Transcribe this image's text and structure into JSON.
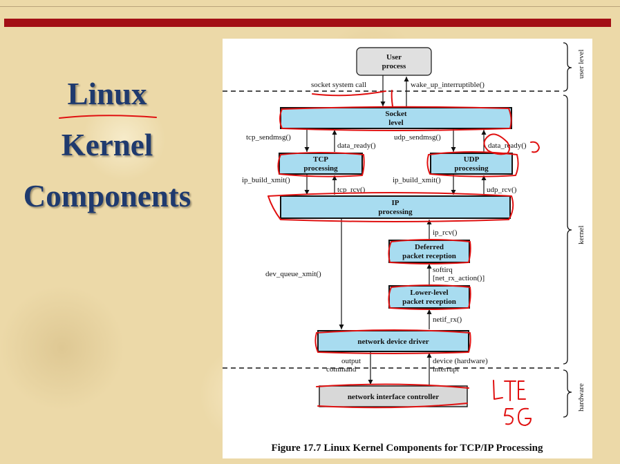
{
  "slide": {
    "title_line1": "Linux",
    "title_line2": "Kernel",
    "title_line3": "Components"
  },
  "diagram": {
    "boxes": {
      "user_process": [
        "User",
        "process"
      ],
      "socket_level": [
        "Socket",
        "level"
      ],
      "tcp": [
        "TCP",
        "processing"
      ],
      "udp": [
        "UDP",
        "processing"
      ],
      "ip": [
        "IP",
        "processing"
      ],
      "deferred": [
        "Deferred",
        "packet reception"
      ],
      "lower_level": [
        "Lower-level",
        "packet reception"
      ],
      "driver": "network device driver",
      "nic": "network interface controller"
    },
    "labels": {
      "socket_call": "socket system call",
      "wake_up": "wake_up_interruptible()",
      "tcp_sendmsg": "tcp_sendmsg()",
      "data_ready_tcp": "data_ready()",
      "udp_sendmsg": "udp_sendmsg()",
      "data_ready_udp": "data_ready()",
      "ip_build_tcp": "ip_build_xmit()",
      "tcp_rcv": "tcp_rcv()",
      "ip_build_udp": "ip_build_xmit()",
      "udp_rcv": "udp_rcv()",
      "ip_rcv": "ip_rcv()",
      "softirq": "softirq",
      "net_rx": "[net_rx_action()]",
      "dev_queue": "dev_queue_xmit()",
      "netif_rx": "netif_rx()",
      "output": "output",
      "command": "command",
      "device_hw": "device (hardware)",
      "interrupt": "interrupt"
    },
    "levels": {
      "user": "user level",
      "kernel": "kernel",
      "hardware": "hardware"
    },
    "caption": "Figure 17.7  Linux Kernel Components for TCP/IP Processing"
  },
  "annotation": {
    "line1": "LTE",
    "line2": "5G"
  }
}
